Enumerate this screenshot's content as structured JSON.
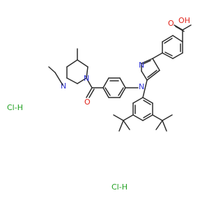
{
  "molecule": {
    "atom_labels": {
      "carbonyl_o_acid": "O",
      "hydroxyl_o": "OH",
      "pyrazole_n2": "N",
      "pyrazole_n1": "N",
      "piperazine_n_top": "N",
      "piperazine_n_bottom": "N",
      "amide_o": "O"
    },
    "salts": [
      "Cl-H",
      "Cl-H"
    ]
  },
  "colors": {
    "bond": "#2b2b2b",
    "oxygen": "#e0241b",
    "nitrogen": "#2f34d6",
    "chlorine": "#20a020",
    "background": "#ffffff"
  }
}
